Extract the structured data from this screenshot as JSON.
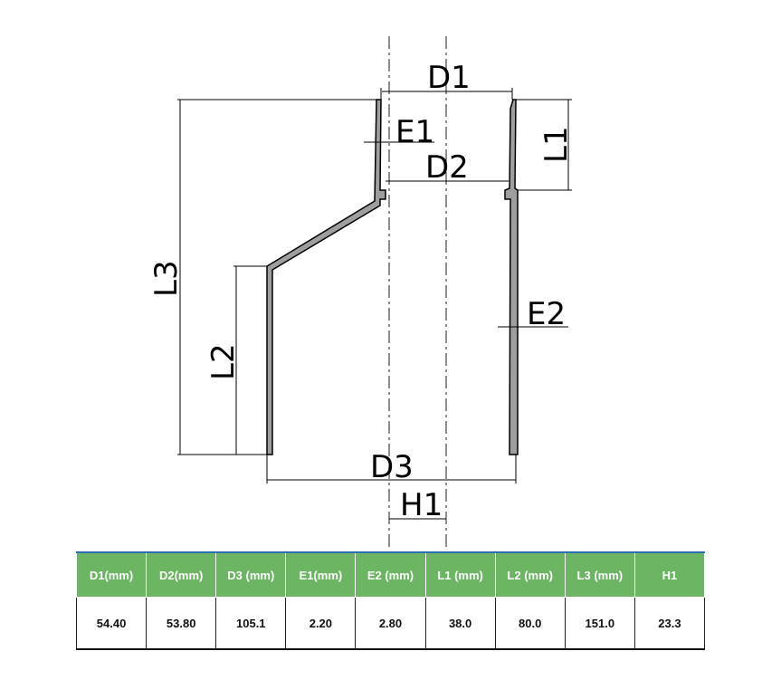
{
  "diagram": {
    "labels": {
      "d1": "D1",
      "d2": "D2",
      "d3": "D3",
      "e1": "E1",
      "e2": "E2",
      "l1": "L1",
      "l2": "L2",
      "l3": "L3",
      "h1": "H1"
    }
  },
  "table": {
    "headers": [
      "D1(mm)",
      "D2(mm)",
      "D3 (mm)",
      "E1(mm)",
      "E2 (mm)",
      "L1 (mm)",
      "L2 (mm)",
      "L3 (mm)",
      "H1"
    ],
    "values": [
      "54.40",
      "53.80",
      "105.1",
      "2.20",
      "2.80",
      "38.0",
      "80.0",
      "151.0",
      "23.3"
    ]
  },
  "colors": {
    "header_bg": "#6cb563",
    "header_border": "#2f6db1",
    "wall_fill": "#9e9e9e"
  }
}
